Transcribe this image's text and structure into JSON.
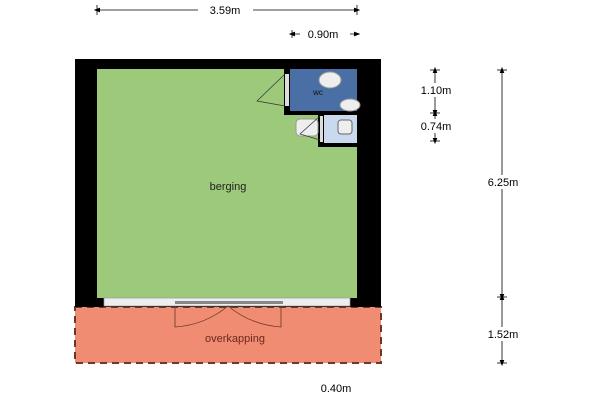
{
  "rooms": {
    "main": "berging",
    "wc": "wc",
    "porch": "overkapping"
  },
  "dimensions": {
    "total_width": "3.59m",
    "wc_width": "0.90m",
    "wc_height": "1.10m",
    "washroom_height": "0.74m",
    "total_depth": "6.25m",
    "porch_depth": "1.52m",
    "bottom_offset": "0.40m"
  },
  "colors": {
    "wall": "#000000",
    "berging": "#9dc97a",
    "wc": "#4a6fa5",
    "washroom": "#c9d9ee",
    "porch": "#f08c72",
    "porch_border": "#6b3a2a"
  }
}
